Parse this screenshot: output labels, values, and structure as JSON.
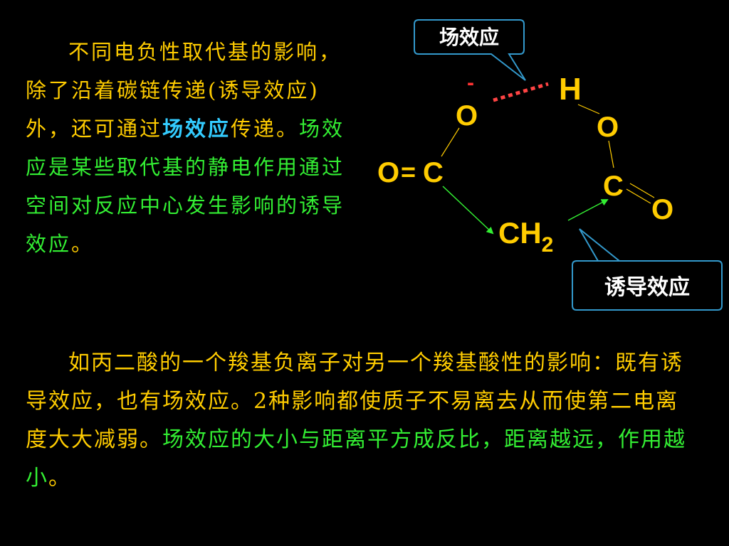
{
  "paragraph1": {
    "seg1": "不同电负性取代基的影响，除了沿着碳链传递",
    "seg2_open": "(",
    "seg2_text": "诱导效应",
    "seg2_close": ")",
    "seg3": "外，还可通过",
    "seg4_highlight": "场效应",
    "seg5": "传递。",
    "seg6_green": "场效应是某些取代基的静电作用通过空间对反应中心发生影响的诱导效应",
    "seg7": "。"
  },
  "paragraph2": {
    "seg1": "如丙二酸的一个羧基负离子对另一个羧基酸性的影响：既有诱导效应，也有场效应。",
    "seg2_num": "2",
    "seg3": "种影响都使质子不易离去从而使第二电离度大大减弱。",
    "seg4_green": "场效应的大小与距离平方成反比，距离越远，作用越小",
    "seg5": "。"
  },
  "diagram": {
    "callout_field_effect": "场效应",
    "callout_inductive_effect": "诱导效应",
    "atoms": {
      "o_negative": "O",
      "charge": "-",
      "h": "H",
      "o_right": "O",
      "o_left": "O",
      "double_bond": "=",
      "c_left": "C",
      "c_right": "C",
      "o_double": "O",
      "ch2_main": "CH",
      "ch2_sub": "2"
    },
    "colors": {
      "atoms": "#ffcc00",
      "charge": "#ff3333",
      "dashed_bond": "#ff4444",
      "arrows": "#33ee33",
      "bonds": "#ffcc00",
      "callout_border": "#3399cc"
    }
  }
}
